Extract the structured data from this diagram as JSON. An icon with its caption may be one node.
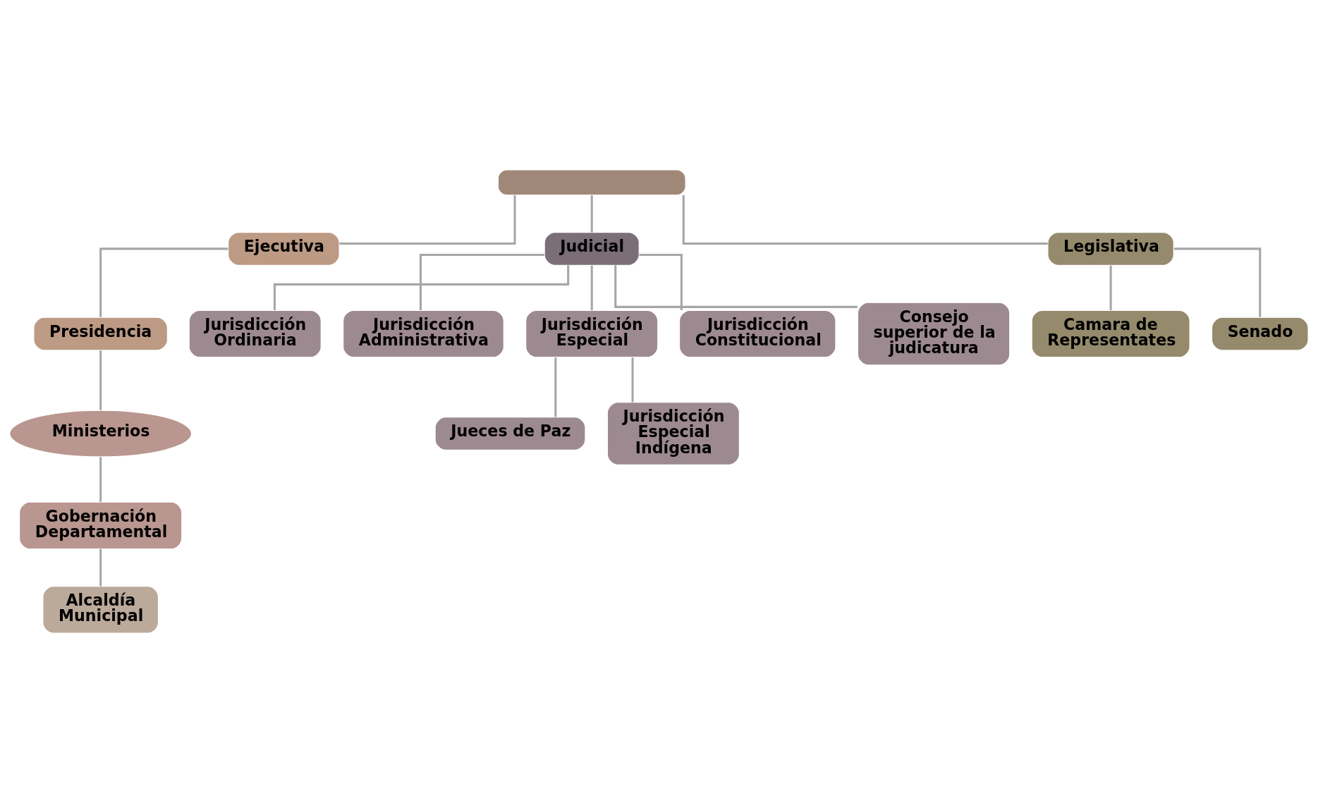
{
  "diagram": {
    "nodes": [
      {
        "text": [],
        "shape": "box"
      },
      {
        "text": [
          "Ejecutiva"
        ]
      },
      {
        "text": [
          "Judicial"
        ]
      },
      {
        "text": [
          "Legislativa"
        ]
      },
      {
        "text": [
          "Presidencia"
        ]
      },
      {
        "text": [
          "Ministerios"
        ]
      },
      {
        "text": [
          "Gobernación Departamental"
        ]
      },
      {
        "text": [
          "Alcaldía Municipal"
        ]
      },
      {
        "text": [
          "Jurisdicción Ordinaria"
        ]
      },
      {
        "text": [
          "Jurisdicción Administrativa"
        ]
      },
      {
        "text": [
          "Jurisdicción Especial"
        ]
      },
      {
        "text": [
          "Jurisdicción Constitucional"
        ]
      },
      {
        "text": [
          "Consejo superior de la judicatura"
        ]
      },
      {
        "text": [
          "Jueces de Paz"
        ]
      },
      {
        "text": [
          "Jurisdicción Especial Indígena"
        ]
      },
      {
        "text": [
          "Camara de Representates"
        ]
      },
      {
        "text": [
          "Senado"
        ]
      }
    ],
    "edges": [
      {
        "from": 0,
        "to": 1,
        "arrow": "none"
      },
      {
        "from": 0,
        "to": 2,
        "arrow": "none"
      },
      {
        "from": 0,
        "to": 3,
        "arrow": "none"
      },
      {
        "from": 1,
        "to": 4,
        "arrow": "none"
      },
      {
        "from": 4,
        "to": 5,
        "arrow": "none"
      },
      {
        "from": 5,
        "to": 6,
        "arrow": "none"
      },
      {
        "from": 6,
        "to": 7,
        "arrow": "none"
      },
      {
        "from": 2,
        "to": 8,
        "arrow": "none"
      },
      {
        "from": 2,
        "to": 9,
        "arrow": "none"
      },
      {
        "from": 2,
        "to": 10,
        "arrow": "none"
      },
      {
        "from": 2,
        "to": 11,
        "arrow": "none"
      },
      {
        "from": 2,
        "to": 12,
        "arrow": "none"
      },
      {
        "from": 10,
        "to": 13,
        "arrow": "none"
      },
      {
        "from": 10,
        "to": 14,
        "arrow": "none"
      },
      {
        "from": 3,
        "to": 15,
        "arrow": "none"
      },
      {
        "from": 3,
        "to": 16,
        "arrow": "none"
      }
    ]
  }
}
